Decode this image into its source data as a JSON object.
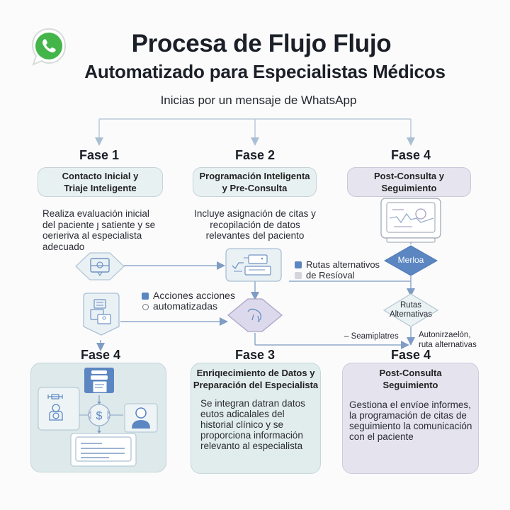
{
  "header": {
    "title_line1": "Procesa de Flujo Flujo",
    "title_line2": "Automatizado para Especialistas Médicos",
    "subtitle": "Inicias por un mensaje de WhatsApp",
    "logo_icon": "whatsapp-icon"
  },
  "colors": {
    "accent_blue": "#5b86c2",
    "teal_box": "#e8f1f2",
    "purple_box": "#e6e4ee",
    "line": "#8fa9c9",
    "whatsapp_green": "#3fb34f"
  },
  "top_row": [
    {
      "phase": "Fase 1",
      "box_title": "Contacto Inicial y Triaje Inteligente",
      "box_lines": [
        "Contacto Inicial y",
        "Triaje Inteligente"
      ],
      "description": [
        "Realiza evaluación inicial",
        "del paciente ȷ satiente y se",
        "oerieriva al especialista",
        "adecuado"
      ]
    },
    {
      "phase": "Fase 2",
      "box_lines": [
        "Programación Inteligenta",
        "y Pre-Consulta"
      ],
      "description": [
        "Incluye asignación de citas y",
        "recopilación de datos",
        "relevantes del paciento"
      ]
    },
    {
      "phase": "Fase 4",
      "box_lines": [
        "Post-Consulta y",
        "Seguimiento"
      ],
      "icon": "monitor-chart-icon"
    }
  ],
  "middle": {
    "legend_right": [
      {
        "label": "Rutas alternativos",
        "color": "#5b86c2"
      },
      {
        "label": "de Resíoval",
        "color": "#cfd0d6"
      }
    ],
    "legend_left": [
      {
        "label": "Acciones acciones",
        "marker": "square"
      },
      {
        "label": "automatizadas",
        "marker": "circle"
      }
    ],
    "merge_diamond": "Merloa",
    "alt_diamond_lines": [
      "Rutas",
      "Alternativas"
    ],
    "seam_label": "– Seamiplatres",
    "auto_label": [
      "Autonirzaelón,",
      "ruta  alternativas"
    ]
  },
  "bottom_row": [
    {
      "phase": "Fase 4",
      "icons": [
        "document-stack-icon",
        "people-icon",
        "dollar-icon",
        "user-icon",
        "report-icon"
      ]
    },
    {
      "phase": "Fase 3",
      "title_lines": [
        "Enriqıecimiento de Datos y",
        "Preparación del Especialista"
      ],
      "body": [
        "Se integran datran datos",
        "eutos adicalales del",
        "historial clínico y se",
        "proporciona información",
        "relevanto al especialista"
      ]
    },
    {
      "phase": "Fase 4",
      "title_lines": [
        "Post-Consulta",
        "Seguimiento"
      ],
      "body": [
        "Gestiona el envíoe informes,",
        "la programación de citas de",
        "seguimiento la comunicación",
        "con el paciente"
      ]
    }
  ]
}
